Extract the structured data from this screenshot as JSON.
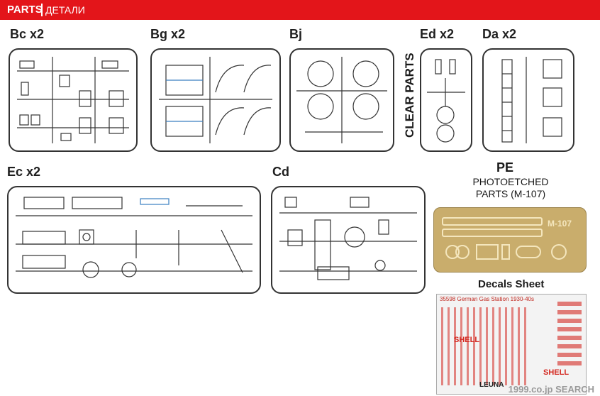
{
  "header": {
    "title": "PARTS",
    "subtitle": "ДЕТАЛИ"
  },
  "sprues": {
    "bc": "Bc x2",
    "bg": "Bg x2",
    "bj": "Bj",
    "ed": "Ed x2",
    "da": "Da x2",
    "ec": "Ec x2",
    "cd": "Cd"
  },
  "clear_parts": "CLEAR PARTS",
  "pe": {
    "title": "PE",
    "line1": "PHOTOETCHED",
    "line2": "PARTS (M-107)",
    "sheet_mark": "M-107"
  },
  "decals": {
    "title": "Decals Sheet",
    "sheet_header": "35598 German Gas Station 1930-40s",
    "brand1": "SHELL",
    "brand2": "LEUNA"
  },
  "watermark": "1999.co.jp SEARCH",
  "colors": {
    "header_red": "#e3151a",
    "pe_gold": "#c9ad6c",
    "decal_red": "#d42a22"
  }
}
